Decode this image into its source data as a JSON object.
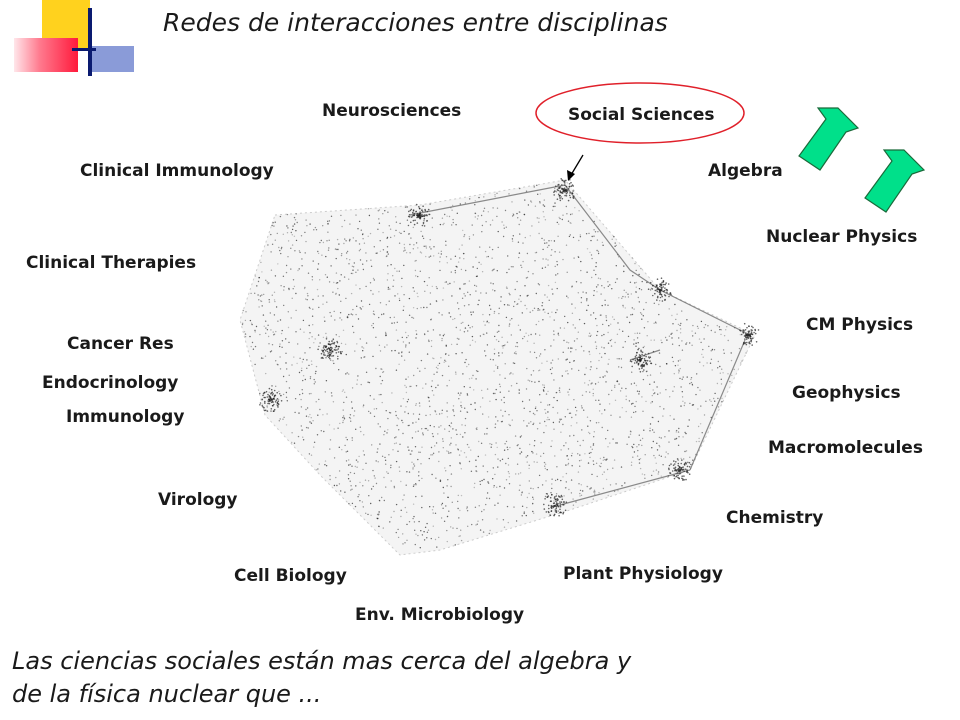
{
  "slide": {
    "title": "Redes de interacciones entre disciplinas",
    "caption_line1": "Las ciencias sociales están mas cerca del algebra y",
    "caption_line2": "de la física nuclear que ..."
  },
  "diagram": {
    "labels": {
      "neurosciences": "Neurosciences",
      "social_sciences": "Social Sciences",
      "clinical_immunology": "Clinical Immunology",
      "algebra": "Algebra",
      "nuclear_physics": "Nuclear Physics",
      "clinical_therapies": "Clinical Therapies",
      "cm_physics": "CM Physics",
      "cancer_res": "Cancer Res",
      "endocrinology": "Endocrinology",
      "geophysics": "Geophysics",
      "immunology": "Immunology",
      "macromolecules": "Macromolecules",
      "virology": "Virology",
      "chemistry": "Chemistry",
      "cell_biology": "Cell Biology",
      "plant_physiology": "Plant Physiology",
      "env_microbiology": "Env. Microbiology"
    },
    "colors": {
      "highlight_ellipse": "#e0202a",
      "arrow_fill": "#00e08a",
      "arrow_stroke": "#1a6a3a",
      "dots": "#222222"
    }
  }
}
